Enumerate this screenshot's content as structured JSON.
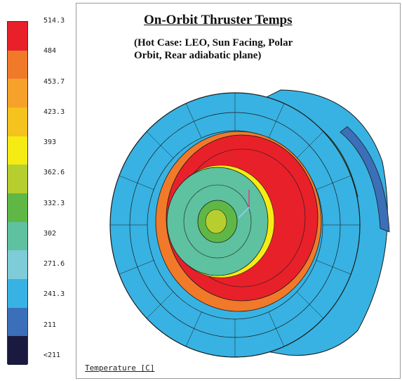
{
  "title": "On-Orbit Thruster Temps",
  "subtitle_lines": [
    "(Hot Case: LEO, Sun Facing, Polar",
    "Orbit, Rear adiabatic plane)"
  ],
  "legend": {
    "unit_label": "Temperature [C]",
    "bands": [
      {
        "label": "514.3",
        "color": "#e8202a"
      },
      {
        "label": "484",
        "color": "#f07a2a"
      },
      {
        "label": "453.7",
        "color": "#f6a22a"
      },
      {
        "label": "423.3",
        "color": "#f5c21e"
      },
      {
        "label": "393",
        "color": "#f5ec14"
      },
      {
        "label": "362.6",
        "color": "#b6cf2e"
      },
      {
        "label": "332.3",
        "color": "#5fb846"
      },
      {
        "label": "302",
        "color": "#5ec1a0"
      },
      {
        "label": "271.6",
        "color": "#7dccd8"
      },
      {
        "label": "241.3",
        "color": "#38b2e2"
      },
      {
        "label": "211",
        "color": "#3b6fb8"
      },
      {
        "label": "<211",
        "color": "#1a1a40"
      }
    ]
  },
  "colors": {
    "mesh_line": "#1a1a1a",
    "outer_ring": "#38b2e2",
    "hot_ring": "#e8202a",
    "warm_ring": "#f07a2a",
    "inner_disc": "#5ec1a0",
    "side_band": "#5fb846",
    "shadow_band": "#3b6fb8"
  }
}
